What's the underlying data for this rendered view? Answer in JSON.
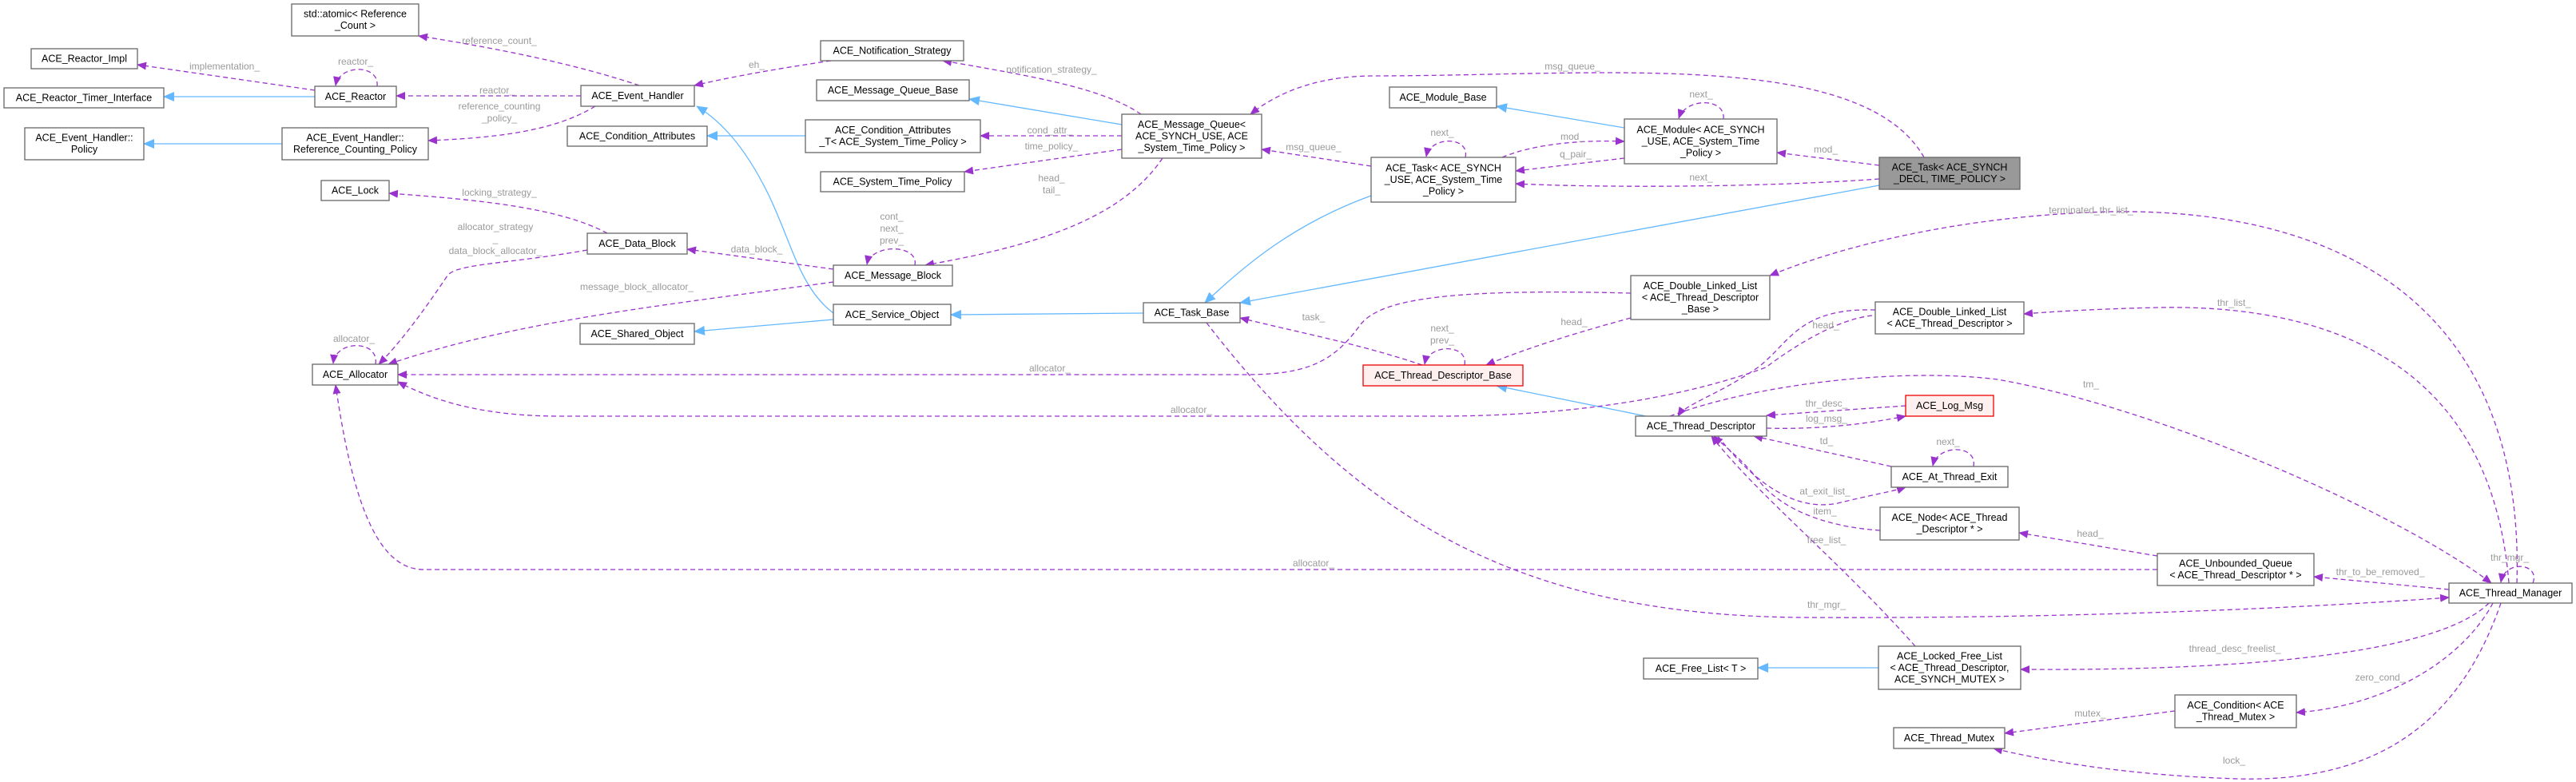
{
  "colors": {
    "member_edge": "#9a32cd",
    "inherit_edge": "#63b8ff",
    "focus_fill": "#999999",
    "incomplete_border": "#ff0000",
    "label_text": "#9a9a9a"
  },
  "nodes": [
    {
      "id": "atomic",
      "lines": [
        "std::atomic< Reference",
        "_Count >"
      ]
    },
    {
      "id": "reactor_impl",
      "lines": [
        "ACE_Reactor_Impl"
      ]
    },
    {
      "id": "reactor_timer",
      "lines": [
        "ACE_Reactor_Timer_Interface"
      ]
    },
    {
      "id": "reactor",
      "lines": [
        "ACE_Reactor"
      ]
    },
    {
      "id": "eh_policy",
      "lines": [
        "ACE_Event_Handler::",
        "Policy"
      ]
    },
    {
      "id": "ref_policy",
      "lines": [
        "ACE_Event_Handler::",
        "Reference_Counting_Policy"
      ]
    },
    {
      "id": "event_handler",
      "lines": [
        "ACE_Event_Handler"
      ]
    },
    {
      "id": "cond_attrs",
      "lines": [
        "ACE_Condition_Attributes"
      ]
    },
    {
      "id": "lock",
      "lines": [
        "ACE_Lock"
      ]
    },
    {
      "id": "data_block",
      "lines": [
        "ACE_Data_Block"
      ]
    },
    {
      "id": "shared_object",
      "lines": [
        "ACE_Shared_Object"
      ]
    },
    {
      "id": "allocator",
      "lines": [
        "ACE_Allocator"
      ]
    },
    {
      "id": "notif",
      "lines": [
        "ACE_Notification_Strategy"
      ]
    },
    {
      "id": "mqbase",
      "lines": [
        "ACE_Message_Queue_Base"
      ]
    },
    {
      "id": "cond_attr_t",
      "lines": [
        "ACE_Condition_Attributes",
        "_T< ACE_System_Time_Policy >"
      ]
    },
    {
      "id": "stp",
      "lines": [
        "ACE_System_Time_Policy"
      ]
    },
    {
      "id": "mq",
      "lines": [
        "ACE_Message_Queue<",
        "ACE_SYNCH_USE, ACE",
        "_System_Time_Policy >"
      ]
    },
    {
      "id": "msg_block",
      "lines": [
        "ACE_Message_Block"
      ]
    },
    {
      "id": "service_obj",
      "lines": [
        "ACE_Service_Object"
      ]
    },
    {
      "id": "task_base",
      "lines": [
        "ACE_Task_Base"
      ]
    },
    {
      "id": "module_base",
      "lines": [
        "ACE_Module_Base"
      ]
    },
    {
      "id": "task_use",
      "lines": [
        "ACE_Task< ACE_SYNCH",
        "_USE, ACE_System_Time",
        "_Policy >"
      ]
    },
    {
      "id": "tdb",
      "lines": [
        "ACE_Thread_Descriptor_Base"
      ],
      "style": "red"
    },
    {
      "id": "module",
      "lines": [
        "ACE_Module< ACE_SYNCH",
        "_USE, ACE_System_Time",
        "_Policy >"
      ]
    },
    {
      "id": "task_decl",
      "lines": [
        "ACE_Task< ACE_SYNCH",
        "_DECL, TIME_POLICY >"
      ],
      "style": "focus"
    },
    {
      "id": "dll_tdb",
      "lines": [
        "ACE_Double_Linked_List",
        "< ACE_Thread_Descriptor",
        "_Base >"
      ]
    },
    {
      "id": "dll_td",
      "lines": [
        "ACE_Double_Linked_List",
        "< ACE_Thread_Descriptor >"
      ]
    },
    {
      "id": "log_msg",
      "lines": [
        "ACE_Log_Msg"
      ],
      "style": "red"
    },
    {
      "id": "td",
      "lines": [
        "ACE_Thread_Descriptor"
      ]
    },
    {
      "id": "at_exit",
      "lines": [
        "ACE_At_Thread_Exit"
      ]
    },
    {
      "id": "node",
      "lines": [
        "ACE_Node< ACE_Thread",
        "_Descriptor * >"
      ]
    },
    {
      "id": "uq",
      "lines": [
        "ACE_Unbounded_Queue",
        "< ACE_Thread_Descriptor * >"
      ]
    },
    {
      "id": "tm",
      "lines": [
        "ACE_Thread_Manager"
      ]
    },
    {
      "id": "lfl",
      "lines": [
        "ACE_Locked_Free_List",
        "< ACE_Thread_Descriptor,",
        "ACE_SYNCH_MUTEX >"
      ]
    },
    {
      "id": "free_list",
      "lines": [
        "ACE_Free_List< T >"
      ]
    },
    {
      "id": "cond",
      "lines": [
        "ACE_Condition< ACE",
        "_Thread_Mutex >"
      ]
    },
    {
      "id": "mutex",
      "lines": [
        "ACE_Thread_Mutex"
      ]
    }
  ],
  "edges": [
    {
      "from": "reactor",
      "to": "reactor_timer",
      "kind": "inherit",
      "label": []
    },
    {
      "from": "ref_policy",
      "to": "eh_policy",
      "kind": "inherit",
      "label": []
    },
    {
      "from": "service_obj",
      "to": "event_handler",
      "kind": "inherit",
      "label": []
    },
    {
      "from": "service_obj",
      "to": "shared_object",
      "kind": "inherit",
      "label": []
    },
    {
      "from": "mq",
      "to": "mqbase",
      "kind": "inherit",
      "label": []
    },
    {
      "from": "cond_attr_t",
      "to": "cond_attrs",
      "kind": "inherit",
      "label": []
    },
    {
      "from": "task_base",
      "to": "service_obj",
      "kind": "inherit",
      "label": []
    },
    {
      "from": "task_use",
      "to": "task_base",
      "kind": "inherit",
      "label": []
    },
    {
      "from": "module",
      "to": "module_base",
      "kind": "inherit",
      "label": []
    },
    {
      "from": "task_decl",
      "to": "task_base",
      "kind": "inherit",
      "label": []
    },
    {
      "from": "td",
      "to": "tdb",
      "kind": "inherit",
      "label": []
    },
    {
      "from": "lfl",
      "to": "free_list",
      "kind": "inherit",
      "label": []
    },
    {
      "from": "event_handler",
      "to": "atomic",
      "kind": "member",
      "label": [
        "reference_count_"
      ]
    },
    {
      "from": "reactor",
      "to": "reactor_impl",
      "kind": "member",
      "label": [
        "implementation_"
      ]
    },
    {
      "from": "reactor",
      "to": "reactor",
      "kind": "member",
      "label": [
        "reactor_"
      ]
    },
    {
      "from": "event_handler",
      "to": "reactor",
      "kind": "member",
      "label": [
        "reactor_"
      ]
    },
    {
      "from": "event_handler",
      "to": "ref_policy",
      "kind": "member",
      "label": [
        "reference_counting",
        "_policy_"
      ]
    },
    {
      "from": "notif",
      "to": "event_handler",
      "kind": "member",
      "label": [
        "eh_"
      ]
    },
    {
      "from": "mq",
      "to": "notif",
      "kind": "member",
      "label": [
        "notification_strategy_"
      ]
    },
    {
      "from": "task_decl",
      "to": "mq",
      "kind": "member",
      "label": [
        "msg_queue_"
      ]
    },
    {
      "from": "mq",
      "to": "cond_attr_t",
      "kind": "member",
      "label": [
        "cond_attr_"
      ]
    },
    {
      "from": "mq",
      "to": "stp",
      "kind": "member",
      "label": [
        "time_policy_"
      ]
    },
    {
      "from": "mq",
      "to": "msg_block",
      "kind": "member",
      "label": [
        "head_",
        "tail_"
      ]
    },
    {
      "from": "msg_block",
      "to": "msg_block",
      "kind": "member",
      "label": [
        "cont_",
        "next_",
        "prev_"
      ]
    },
    {
      "from": "data_block",
      "to": "lock",
      "kind": "member",
      "label": [
        "locking_strategy_"
      ]
    },
    {
      "from": "msg_block",
      "to": "data_block",
      "kind": "member",
      "label": [
        "data_block_"
      ]
    },
    {
      "from": "data_block",
      "to": "allocator",
      "kind": "member",
      "label": [
        "allocator_strategy",
        "_",
        "data_block_allocator_"
      ]
    },
    {
      "from": "msg_block",
      "to": "allocator",
      "kind": "member",
      "label": [
        "message_block_allocator_"
      ]
    },
    {
      "from": "allocator",
      "to": "allocator",
      "kind": "member",
      "label": [
        "allocator_"
      ]
    },
    {
      "from": "task_use",
      "to": "mq",
      "kind": "member",
      "label": [
        "msg_queue_"
      ]
    },
    {
      "from": "task_use",
      "to": "task_use",
      "kind": "member",
      "label": [
        "next_"
      ]
    },
    {
      "from": "task_use",
      "to": "module",
      "kind": "member",
      "label": [
        "mod_"
      ]
    },
    {
      "from": "module",
      "to": "task_use",
      "kind": "member",
      "label": [
        "q_pair_"
      ]
    },
    {
      "from": "module",
      "to": "module",
      "kind": "member",
      "label": [
        "next_"
      ]
    },
    {
      "from": "task_decl",
      "to": "module",
      "kind": "member",
      "label": [
        "mod_"
      ]
    },
    {
      "from": "task_decl",
      "to": "task_use",
      "kind": "member",
      "label": [
        "next_"
      ]
    },
    {
      "from": "tm",
      "to": "dll_tdb",
      "kind": "member",
      "label": [
        "terminated_thr_list_"
      ]
    },
    {
      "from": "dll_tdb",
      "to": "tdb",
      "kind": "member",
      "label": [
        "head_"
      ]
    },
    {
      "from": "dll_tdb",
      "to": "allocator",
      "kind": "member",
      "label": [
        "allocator_"
      ]
    },
    {
      "from": "tdb",
      "to": "task_base",
      "kind": "member",
      "label": [
        "task_"
      ]
    },
    {
      "from": "tdb",
      "to": "tdb",
      "kind": "member",
      "label": [
        "next_",
        "prev_"
      ]
    },
    {
      "from": "tm",
      "to": "dll_td",
      "kind": "member",
      "label": [
        "thr_list_"
      ]
    },
    {
      "from": "dll_td",
      "to": "td",
      "kind": "member",
      "label": [
        "head_"
      ]
    },
    {
      "from": "dll_td",
      "to": "allocator",
      "kind": "member",
      "label": [
        "allocator_"
      ]
    },
    {
      "from": "td",
      "to": "tm",
      "kind": "member",
      "label": [
        "tm_"
      ]
    },
    {
      "from": "uq",
      "to": "allocator",
      "kind": "member",
      "label": [
        "allocator_"
      ]
    },
    {
      "from": "task_base",
      "to": "tm",
      "kind": "member",
      "label": [
        "thr_mgr_"
      ]
    },
    {
      "from": "tm",
      "to": "tm",
      "kind": "member",
      "label": [
        "thr_mgr_"
      ]
    },
    {
      "from": "tm",
      "to": "uq",
      "kind": "member",
      "label": [
        "thr_to_be_removed_"
      ]
    },
    {
      "from": "uq",
      "to": "node",
      "kind": "member",
      "label": [
        "head_"
      ]
    },
    {
      "from": "node",
      "to": "td",
      "kind": "member",
      "label": [
        "item_"
      ]
    },
    {
      "from": "at_exit",
      "to": "td",
      "kind": "member",
      "label": [
        "td_"
      ]
    },
    {
      "from": "at_exit",
      "to": "at_exit",
      "kind": "member",
      "label": [
        "next_"
      ]
    },
    {
      "from": "td",
      "to": "at_exit",
      "kind": "member",
      "label": [
        "at_exit_list_"
      ]
    },
    {
      "from": "log_msg",
      "to": "td",
      "kind": "member",
      "label": [
        "thr_desc_"
      ]
    },
    {
      "from": "td",
      "to": "log_msg",
      "kind": "member",
      "label": [
        "log_msg_"
      ]
    },
    {
      "from": "lfl",
      "to": "td",
      "kind": "member",
      "label": [
        "free_list_"
      ]
    },
    {
      "from": "tm",
      "to": "lfl",
      "kind": "member",
      "label": [
        "thread_desc_freelist_"
      ]
    },
    {
      "from": "tm",
      "to": "cond",
      "kind": "member",
      "label": [
        "zero_cond_"
      ]
    },
    {
      "from": "cond",
      "to": "mutex",
      "kind": "member",
      "label": [
        "mutex_"
      ]
    },
    {
      "from": "tm",
      "to": "mutex",
      "kind": "member",
      "label": [
        "lock_"
      ]
    }
  ]
}
